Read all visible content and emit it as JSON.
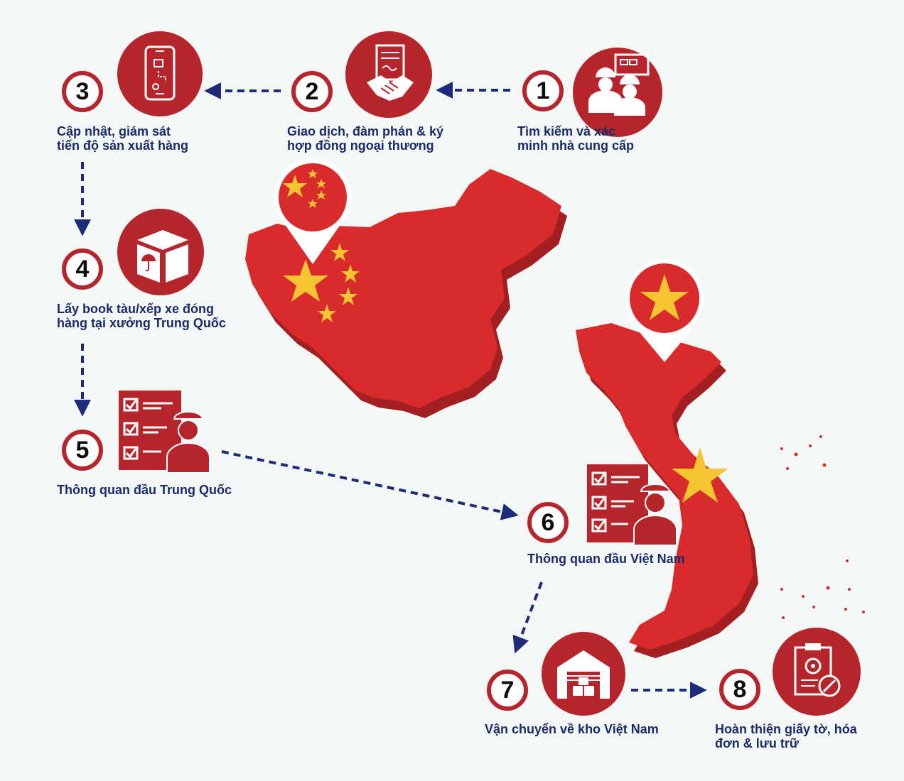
{
  "steps": [
    {
      "number": "1",
      "lines": [
        "Tìm kiếm và xác",
        "minh nhà cung cấp"
      ],
      "icon": "workers-icon"
    },
    {
      "number": "2",
      "lines": [
        "Giao dịch, đàm phán & ký",
        "hợp đồng ngoại thương"
      ],
      "icon": "handshake-contract-icon"
    },
    {
      "number": "3",
      "lines": [
        "Cập nhật, giám sát",
        "tiến độ sản xuất hàng"
      ],
      "icon": "smartphone-tracking-icon"
    },
    {
      "number": "4",
      "lines": [
        "Lấy book tàu/xếp xe đóng",
        "hàng tại xưởng Trung Quốc"
      ],
      "icon": "package-box-icon"
    },
    {
      "number": "5",
      "lines": [
        "Thông quan đầu Trung Quốc"
      ],
      "icon": "customs-officer-checklist-icon"
    },
    {
      "number": "6",
      "lines": [
        "Thông quan đầu Việt Nam"
      ],
      "icon": "customs-officer-checklist-icon"
    },
    {
      "number": "7",
      "lines": [
        "Vận chuyển về kho Việt Nam"
      ],
      "icon": "warehouse-icon"
    },
    {
      "number": "8",
      "lines": [
        "Hoàn thiện giấy tờ, hóa",
        "đơn & lưu trữ"
      ],
      "icon": "clipboard-gear-icon"
    }
  ],
  "colors": {
    "accent": "#b5252b",
    "map_red": "#d92b2b",
    "map_dark": "#a31f22",
    "star": "#f5c531",
    "label": "#1b2a6b",
    "arrow": "#1e2a7a",
    "background": "#f3f8f6"
  }
}
